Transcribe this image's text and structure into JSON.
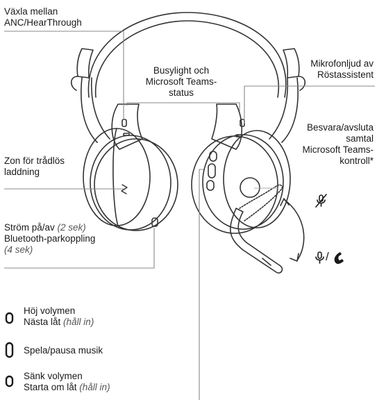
{
  "callouts": {
    "anc_toggle": [
      "Växla mellan",
      "ANC/HearThrough"
    ],
    "busylight": [
      "Busylight och",
      "Microsoft Teams-",
      "status"
    ],
    "mic_mute": [
      "Mikrofonljud av",
      "Röstassistent"
    ],
    "answer_call": [
      "Besvara/avsluta",
      "samtal",
      "Microsoft Teams-",
      "kontroll*"
    ],
    "wireless_charging": [
      "Zon för trådlös",
      "laddning"
    ],
    "power": {
      "line1": "Ström på/av",
      "line1_note": "(2 sek)",
      "line2": "Bluetooth-parkoppling",
      "line3_note": "(4 sek)"
    }
  },
  "legend": [
    {
      "line1": "Höj volymen",
      "line2": "Nästa låt",
      "line2_note": "(håll in)",
      "icon": "small-button-icon"
    },
    {
      "line1": "Spela/pausa musik",
      "icon": "large-button-icon"
    },
    {
      "line1": "Sänk volymen",
      "line2": "Starta om låt",
      "line2_note": "(håll in)",
      "icon": "small-button-icon"
    }
  ],
  "mic_boom": {
    "muted_icon": "mic-muted-icon",
    "active_icon": "mic-and-phone-icon",
    "active_separator": "/"
  },
  "colors": {
    "line": "#333333",
    "callout_line": "#888888",
    "ink": "#1a1a1a"
  }
}
